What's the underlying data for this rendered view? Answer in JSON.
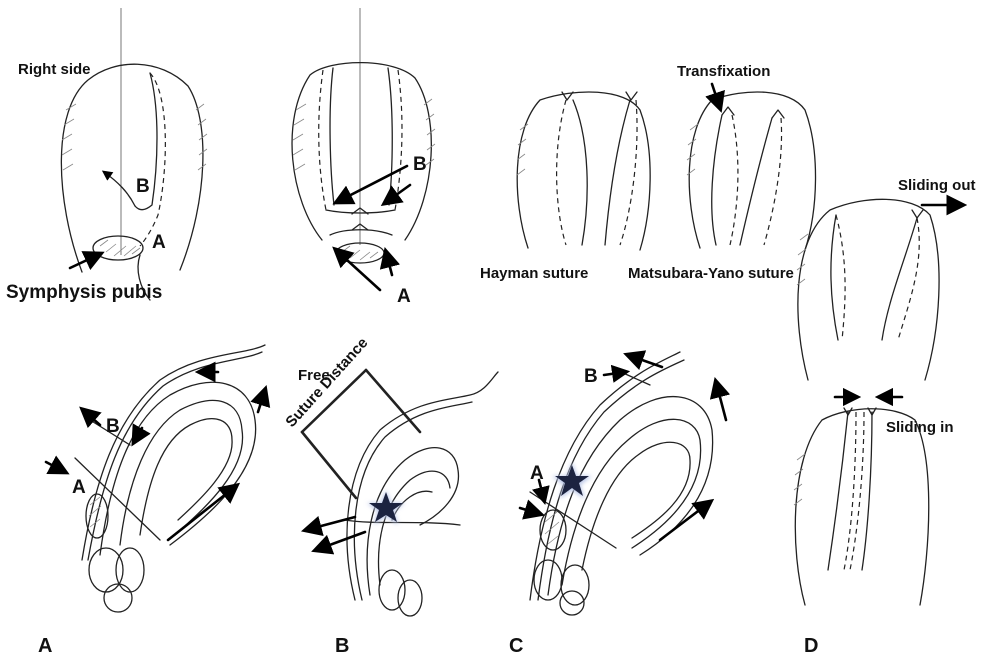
{
  "figure": {
    "panel_labels": {
      "a": "A",
      "b": "B",
      "c": "C",
      "d": "D"
    },
    "top_left": {
      "right_side": "Right side",
      "symphysis": "Symphysis pubis",
      "point_a": "A",
      "point_b": "B"
    },
    "top_middle": {
      "point_a": "A",
      "point_b": "B"
    },
    "top_right": {
      "transfixation": "Transfixation",
      "hayman": "Hayman suture",
      "matsubara": "Matsubara-Yano suture"
    },
    "right_column": {
      "sliding_out": "Sliding out",
      "sliding_in": "Sliding in"
    },
    "bottom_a": {
      "point_a": "A",
      "point_b": "B"
    },
    "bottom_b": {
      "free_line1": "Free",
      "free_line2": "Suture Distance"
    },
    "bottom_c": {
      "point_a": "A",
      "point_b": "B"
    }
  },
  "colors": {
    "ink": "#222222",
    "star": "#1c2340",
    "star_glow": "#b8c4e6",
    "hatch": "#888888"
  }
}
